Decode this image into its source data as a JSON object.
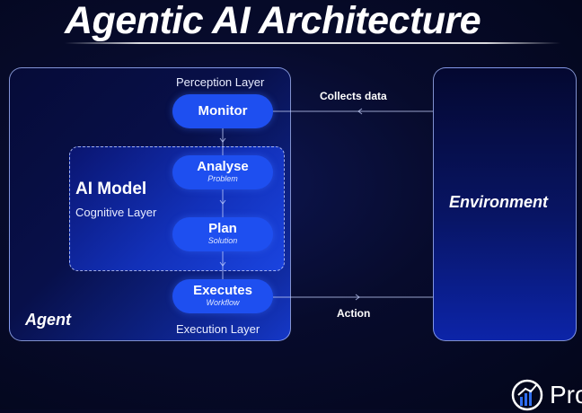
{
  "title": "Agentic AI Architecture",
  "agent": {
    "label": "Agent",
    "perception_layer": "Perception Layer",
    "execution_layer": "Execution Layer"
  },
  "ai_model": {
    "title": "AI Model",
    "subtitle": "Cognitive Layer"
  },
  "steps": [
    {
      "label": "Monitor",
      "sub": ""
    },
    {
      "label": "Analyse",
      "sub": "Problem"
    },
    {
      "label": "Plan",
      "sub": "Solution"
    },
    {
      "label": "Executes",
      "sub": "Workflow"
    }
  ],
  "environment": {
    "label": "Environment"
  },
  "flows": {
    "collect": "Collects data",
    "action": "Action"
  },
  "logo": {
    "text": "Pro"
  },
  "colors": {
    "pill": "#1e4ff0",
    "background": "#070b2c",
    "border": "#aabeff"
  }
}
